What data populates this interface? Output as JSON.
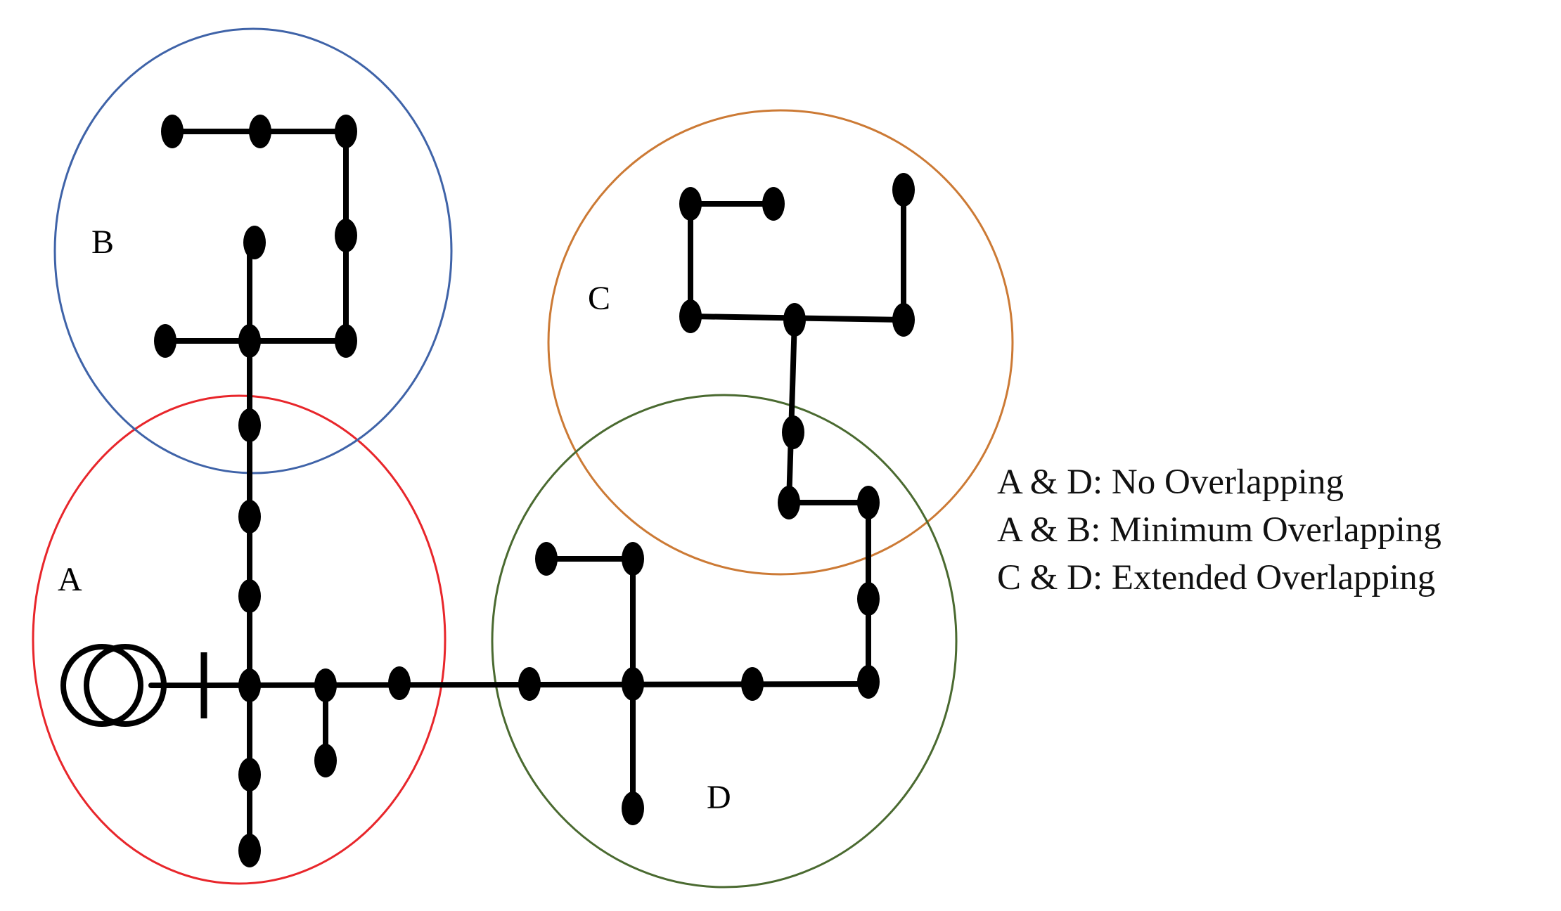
{
  "zones": [
    {
      "id": "A",
      "label": "A",
      "color": "#e8262b"
    },
    {
      "id": "B",
      "label": "B",
      "color": "#3f63a8"
    },
    {
      "id": "C",
      "label": "C",
      "color": "#cc7a35"
    },
    {
      "id": "D",
      "label": "D",
      "color": "#4a6a30"
    }
  ],
  "legend": [
    "A & D: No Overlapping",
    "A & B: Minimum Overlapping",
    "C & D: Extended  Overlapping"
  ],
  "network_color": "#000000"
}
